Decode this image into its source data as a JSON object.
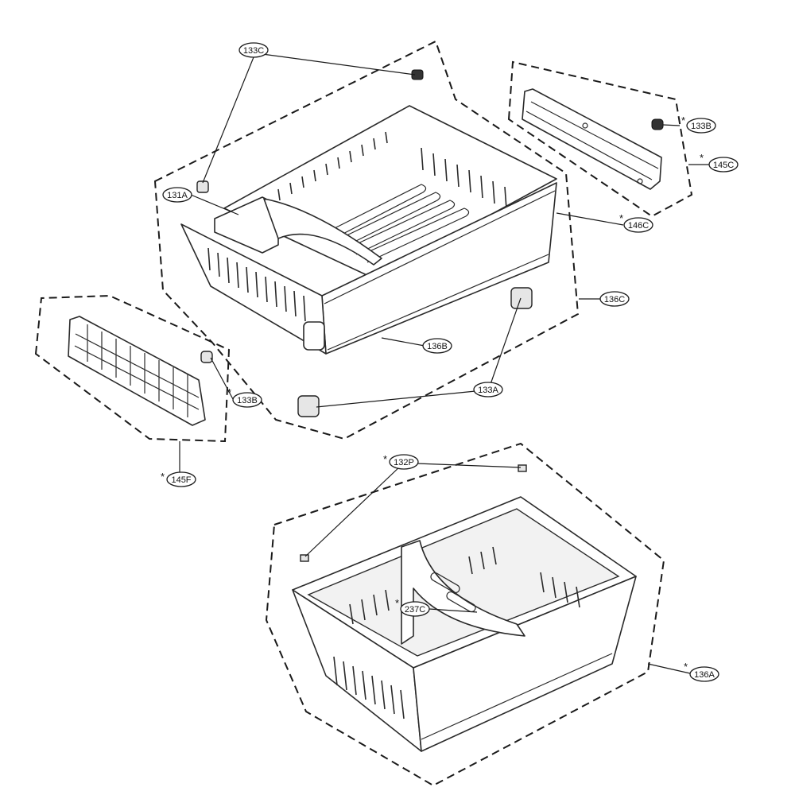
{
  "parts": [
    {
      "id": "133C-top",
      "label": "133C",
      "star": false
    },
    {
      "id": "131A",
      "label": "131A",
      "star": false
    },
    {
      "id": "133B-right",
      "label": "133B",
      "star": true
    },
    {
      "id": "145C",
      "label": "145C",
      "star": true
    },
    {
      "id": "146C",
      "label": "146C",
      "star": true
    },
    {
      "id": "136C",
      "label": "136C",
      "star": false
    },
    {
      "id": "136B",
      "label": "136B",
      "star": false
    },
    {
      "id": "133A",
      "label": "133A",
      "star": false
    },
    {
      "id": "133B-left",
      "label": "133B",
      "star": true
    },
    {
      "id": "145F",
      "label": "145F",
      "star": true
    },
    {
      "id": "132P",
      "label": "132P",
      "star": true
    },
    {
      "id": "237C",
      "label": "237C",
      "star": true
    },
    {
      "id": "136A",
      "label": "136A",
      "star": true
    }
  ],
  "star_symbol": "*",
  "colors": {
    "line": "#1a1a1a",
    "background": "#ffffff"
  }
}
